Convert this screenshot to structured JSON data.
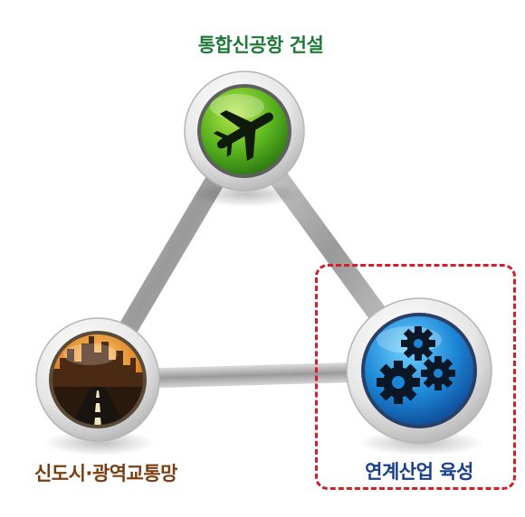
{
  "nodes": {
    "top": {
      "label": "통합신공항 건설",
      "icon": "airplane-icon",
      "color": "#1f7a3a"
    },
    "left": {
      "label": "신도시·광역교통망",
      "icon": "city-road-icon",
      "color": "#7a3e12"
    },
    "right": {
      "label": "연계산업 육성",
      "icon": "gears-icon",
      "color": "#1a3f8f"
    }
  },
  "highlight_color": "#d41f2b"
}
